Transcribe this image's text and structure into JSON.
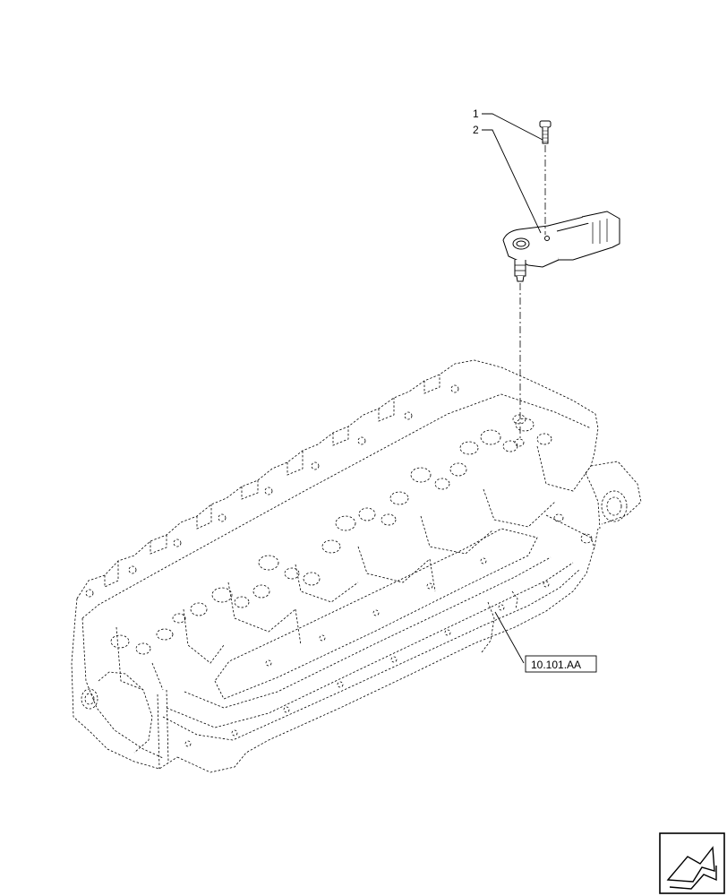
{
  "callouts": [
    {
      "number": "1",
      "part": "screw"
    },
    {
      "number": "2",
      "part": "sensor"
    }
  ],
  "reference": {
    "label": "10.101.AA"
  },
  "nav": {
    "icon": "next-page-arrow-icon"
  },
  "colors": {
    "line": "#000000",
    "background": "#ffffff"
  }
}
